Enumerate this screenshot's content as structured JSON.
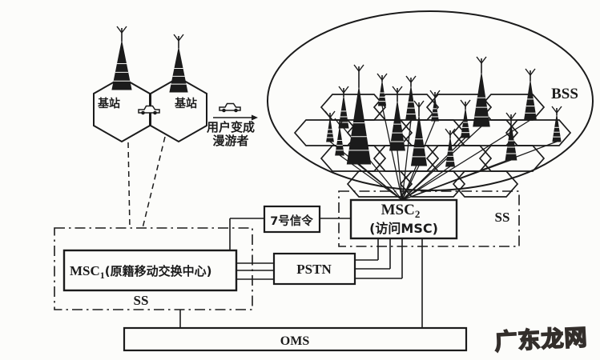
{
  "page": {
    "background": "#fcfcfa",
    "ink": "#1b1b1b"
  },
  "cells_area": {
    "base_station_left": "基站",
    "base_station_right": "基站",
    "roamer_caption_line1": "用户变成",
    "roamer_caption_line2": "漫游者"
  },
  "bss": {
    "label": "BSS"
  },
  "network": {
    "signaling_box": "7号信令",
    "msc2": {
      "name": "MSC",
      "index": "2",
      "subtitle": "(访问MSC)"
    },
    "ss_right": "SS",
    "msc1": {
      "name": "MSC",
      "index": "1",
      "subtitle": "(原籍移动交换中心)"
    },
    "ss_left": "SS",
    "pstn": "PSTN",
    "oms": "OMS"
  },
  "watermark": {
    "text": "广东龙网",
    "color": "#332e2b"
  }
}
